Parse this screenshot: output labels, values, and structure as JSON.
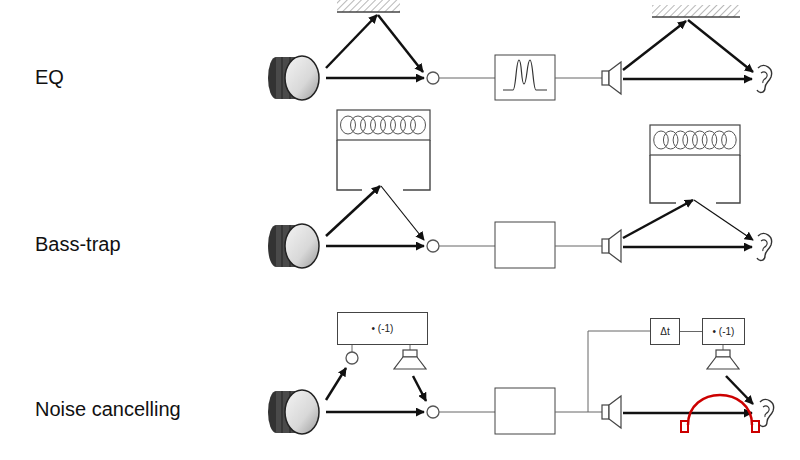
{
  "diagram": {
    "nodes": [
      {
        "text": [
          "• (-1)"
        ]
      },
      {
        "text": [
          "Δt"
        ]
      },
      {
        "text": [
          "• (-1)"
        ]
      }
    ],
    "edges": [
      {
        "from": 1,
        "to": 2,
        "arrow": "none"
      }
    ],
    "labels": [
      "EQ",
      "Bass-trap",
      "Noise cancelling"
    ]
  }
}
